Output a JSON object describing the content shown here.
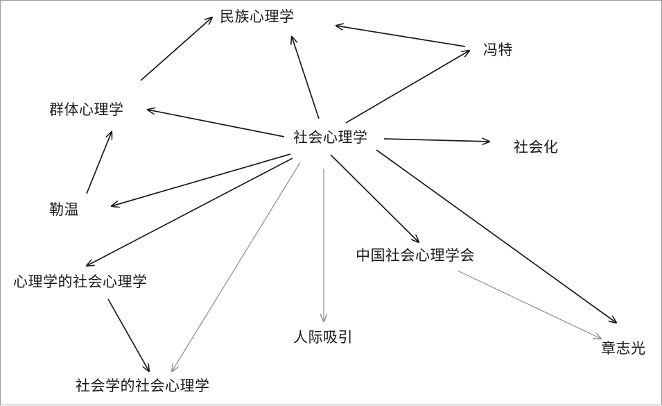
{
  "nodes": {
    "shehui_xinlixue": "社会心理学",
    "minzu_xinlixue": "民族心理学",
    "fengte": "冯特",
    "qunti_xinlixue": "群体心理学",
    "shehuihua": "社会化",
    "lewen": "勒温",
    "zhongguo_xuehui": "中国社会心理学会",
    "xinlixue_de": "心理学的社会心理学",
    "renji_xiyin": "人际吸引",
    "zhangzhiguang": "章志光",
    "shehuixue_de": "社会学的社会心理学"
  },
  "edges": [
    {
      "from": "社会心理学",
      "to": "民族心理学"
    },
    {
      "from": "社会心理学",
      "to": "冯特"
    },
    {
      "from": "冯特",
      "to": "民族心理学"
    },
    {
      "from": "群体心理学",
      "to": "民族心理学"
    },
    {
      "from": "社会心理学",
      "to": "群体心理学"
    },
    {
      "from": "社会心理学",
      "to": "社会化"
    },
    {
      "from": "勒温",
      "to": "群体心理学"
    },
    {
      "from": "社会心理学",
      "to": "勒温"
    },
    {
      "from": "社会心理学",
      "to": "心理学的社会心理学"
    },
    {
      "from": "社会心理学",
      "to": "社会学的社会心理学"
    },
    {
      "from": "社会心理学",
      "to": "人际吸引"
    },
    {
      "from": "社会心理学",
      "to": "中国社会心理学会"
    },
    {
      "from": "社会心理学",
      "to": "章志光"
    },
    {
      "from": "中国社会心理学会",
      "to": "章志光"
    },
    {
      "from": "心理学的社会心理学",
      "to": "社会学的社会心理学"
    }
  ],
  "colors": {
    "edge": "#1a1a1a",
    "edge_light": "#8a8a8a",
    "text": "#1a1a1a",
    "border": "#9a9a9a"
  }
}
